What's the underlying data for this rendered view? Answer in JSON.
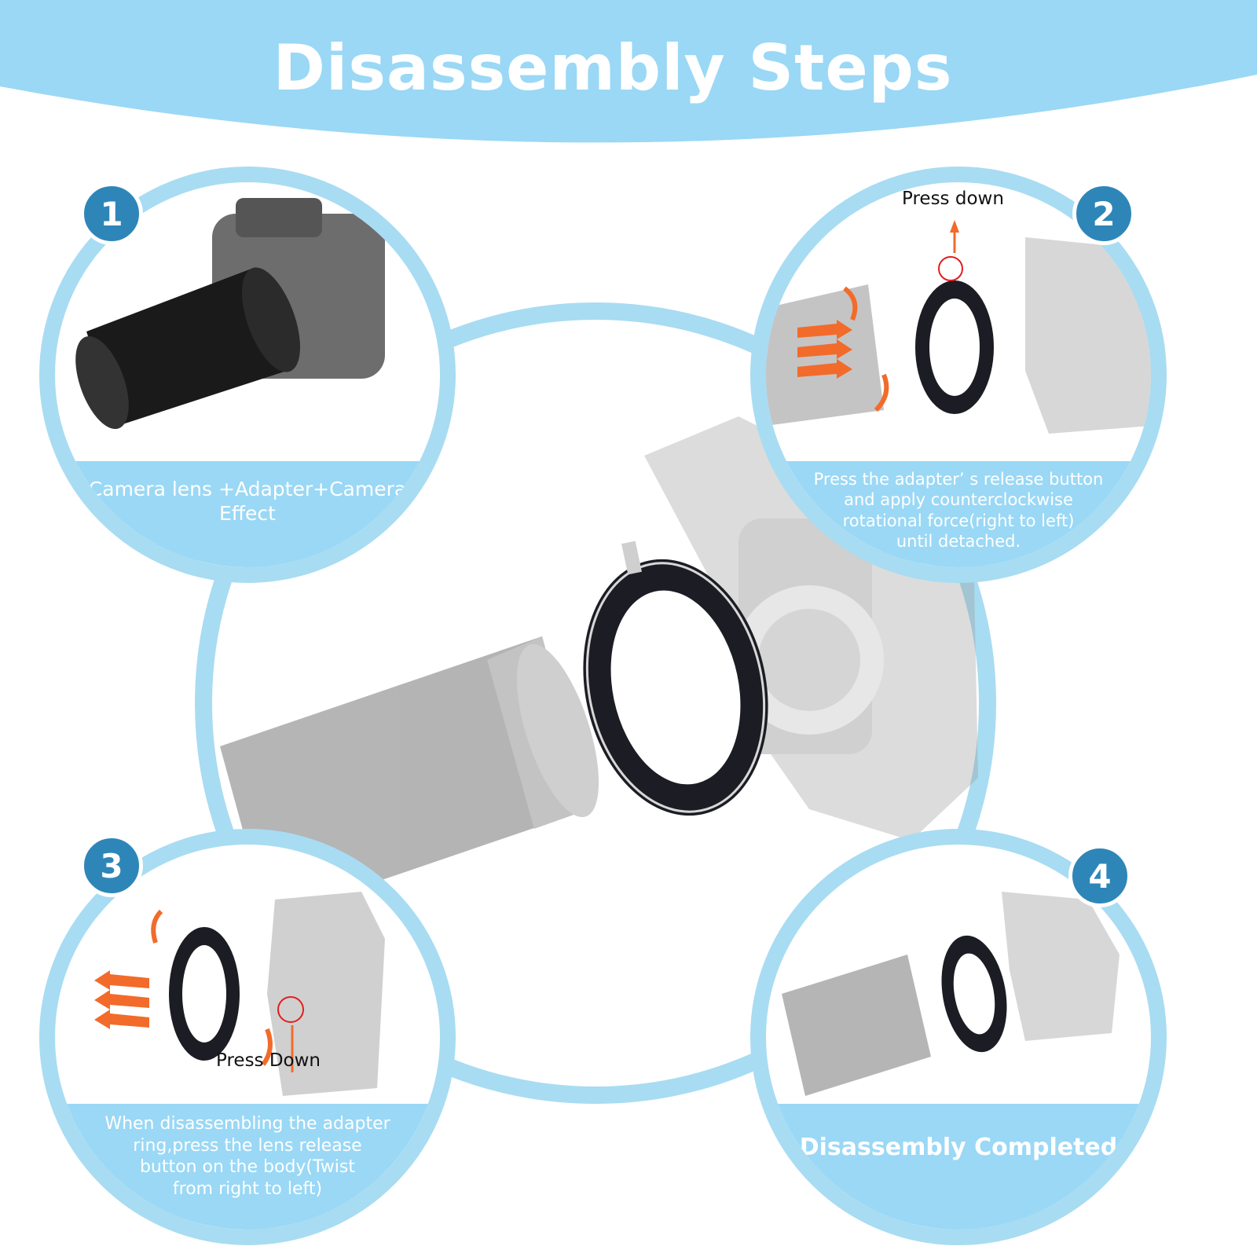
{
  "header": {
    "title": "Disassembly Steps",
    "band_color": "#9ad8f5"
  },
  "steps": [
    {
      "number": "1",
      "caption": "Camera lens +Adapter+Camera\nEffect"
    },
    {
      "number": "2",
      "caption": "Press the adapter’ s release button\nand apply counterclockwise\nrotational force(right to left)\nuntil detached."
    },
    {
      "number": "3",
      "caption": "When disassembling the adapter\nring,press the lens release\nbutton on the body(Twist\nfrom right to left)"
    },
    {
      "number": "4",
      "caption": "Disassembly Completed"
    }
  ],
  "labels": {
    "press_down_step2": "Press down",
    "press_down_step3": "Press Down"
  },
  "colors": {
    "ring": "#a8dcf2",
    "badge": "#2e86b8",
    "arrow": "#f26b2a"
  }
}
